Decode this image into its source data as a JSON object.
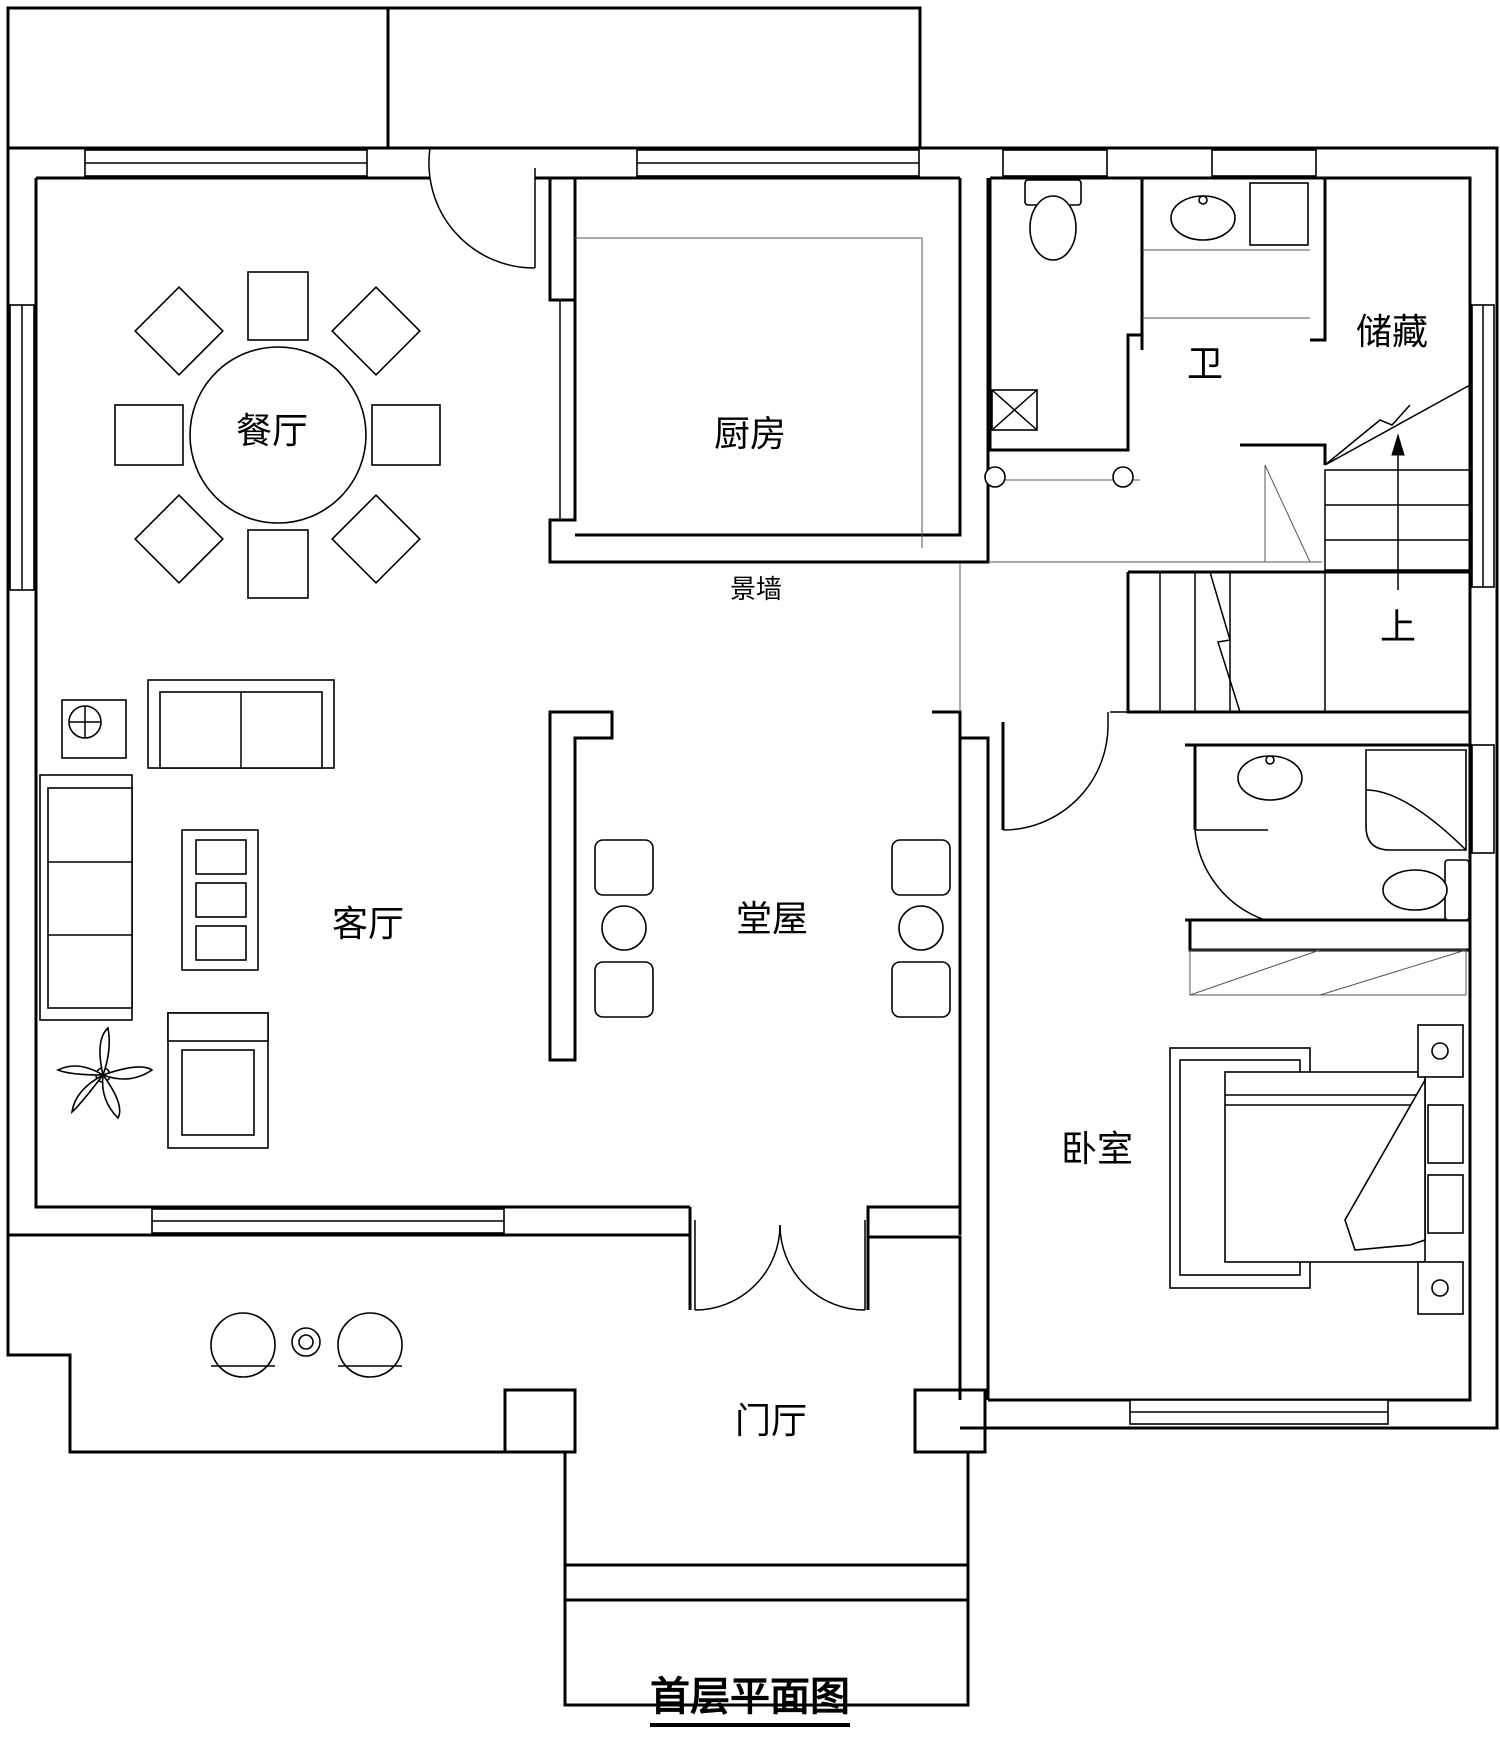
{
  "title": "首层平面图",
  "rooms": {
    "dining": "餐厅",
    "kitchen": "厨房",
    "bath_upper": "卫",
    "storage": "储藏",
    "feature_wall": "景墙",
    "stairs_up": "上",
    "living": "客厅",
    "hall": "堂屋",
    "bedroom": "卧室",
    "entrance": "门厅"
  },
  "colors": {
    "line": "#000000",
    "background": "#ffffff"
  },
  "icons": [
    "toilet-icon",
    "sink-icon",
    "shower-icon",
    "bed-icon",
    "ceiling-fan-icon",
    "plant-icon"
  ]
}
